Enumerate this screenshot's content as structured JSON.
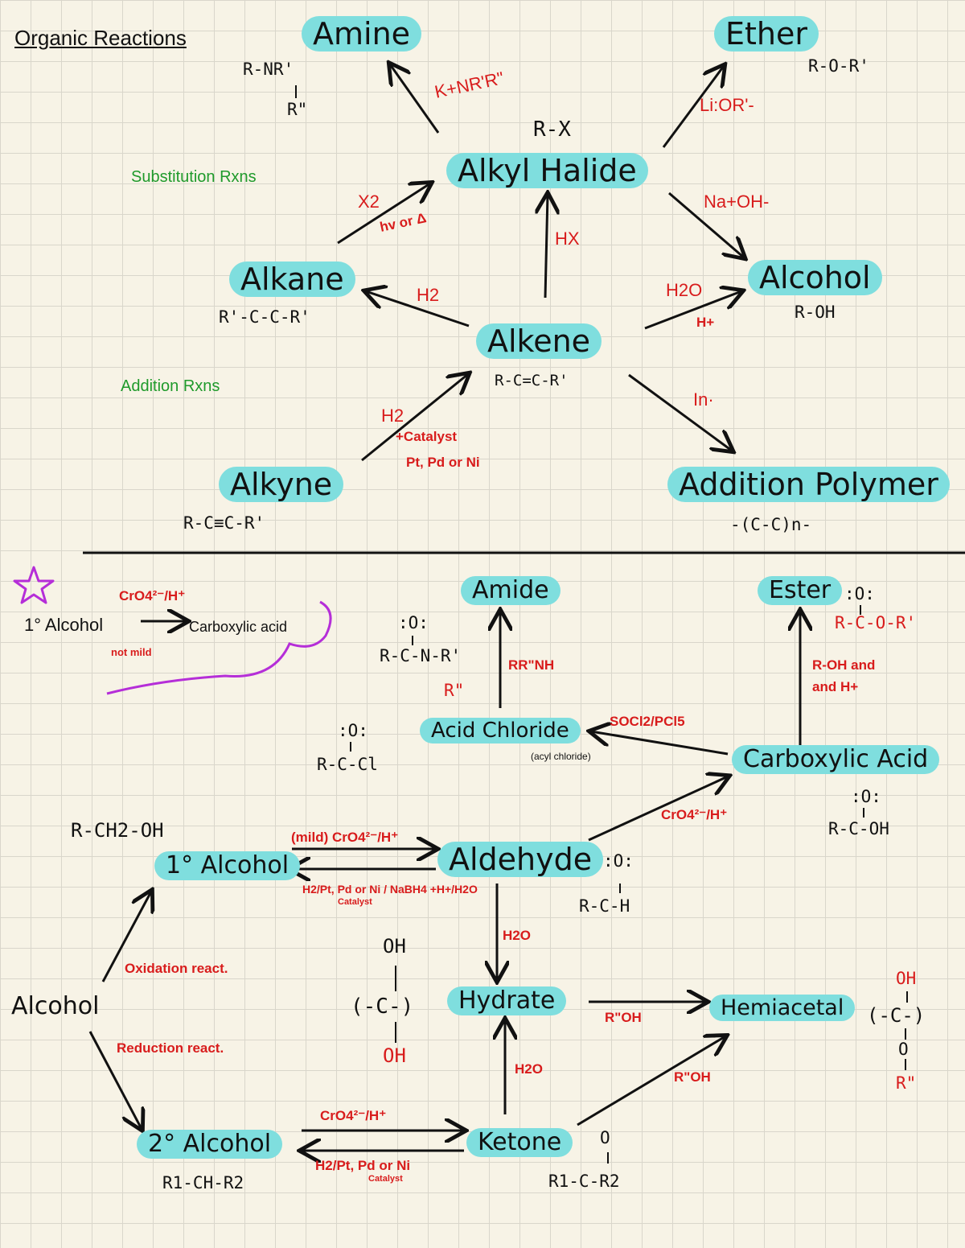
{
  "title": "Organic Reactions",
  "labels": {
    "substitution": "Substitution Rxns",
    "addition": "Addition Rxns"
  },
  "nodes": {
    "amine": "Amine",
    "ether": "Ether",
    "alkyl_halide": "Alkyl Halide",
    "alkane": "Alkane",
    "alcohol": "Alcohol",
    "alkene": "Alkene",
    "alkyne": "Alkyne",
    "addition_polymer": "Addition Polymer",
    "amide": "Amide",
    "ester": "Ester",
    "acid_chloride": "Acid Chloride",
    "carboxylic_acid": "Carboxylic Acid",
    "primary_alcohol": "1° Alcohol",
    "aldehyde": "Aldehyde",
    "alcohol_bottom": "Alcohol",
    "hydrate": "Hydrate",
    "hemiacetal": "Hemiacetal",
    "secondary_alcohol": "2° Alcohol",
    "ketone": "Ketone"
  },
  "formulas": {
    "amine": "R-NR'",
    "amine_sub": "R\"",
    "ether": "R-O-R'",
    "alkyl_halide": "R-X",
    "alkane": "R'-C-C-R'",
    "alcohol": "R-OH",
    "alkene": "R-C=C-R'",
    "alkyne": "R-C≡C-R'",
    "polymer": "-(C-C)n-",
    "amide": "R-C-N-R'",
    "amide_top": ":O:",
    "amide_sub": "R\"",
    "ester_top": ":O:",
    "ester": "R-C-O-R'",
    "acid_chloride_top": ":O:",
    "acid_chloride": "R-C-Cl",
    "carboxylic_top": ":O:",
    "carboxylic": "R-C-OH",
    "primary_alcohol": "R-CH2-OH",
    "aldehyde_top": ":O:",
    "aldehyde": "R-C-H",
    "hydrate_top": "OH",
    "hydrate_mid": "(-C-)",
    "hydrate_bot": "OH",
    "hemiacetal_top": "OH",
    "hemiacetal_mid": "(-C-)",
    "hemiacetal_o": "O",
    "hemiacetal_r": "R\"",
    "secondary_alcohol": "R1-CH-R2",
    "ketone_top": "O",
    "ketone": "R1-C-R2"
  },
  "reagents": {
    "to_amine": "K+NR'R\"",
    "to_ether": "Li:OR'-",
    "to_alcohol_from_halide": "Na+OH-",
    "alkane_to_halide_1": "X2",
    "alkane_to_halide_2": "hv or Δ",
    "alkene_to_halide": "HX",
    "alkene_to_alkane": "H2",
    "alkene_to_alcohol_1": "H2O",
    "alkene_to_alcohol_2": "H+",
    "alkyne_to_alkene_1": "H2",
    "alkyne_to_alkene_2": "+Catalyst",
    "alkyne_to_alkene_3": "Pt, Pd or Ni",
    "to_polymer": "In·",
    "star_reagent": "CrO4²⁻/H⁺",
    "star_from": "1° Alcohol",
    "star_to": "Carboxylic acid",
    "star_note": "not mild",
    "to_amide": "RR\"NH",
    "to_ester_1": "R-OH and",
    "to_ester_2": "and H+",
    "to_acid_chloride": "SOCl2/PCl5",
    "acid_chloride_note": "(acyl chloride)",
    "aldehyde_to_acid": "CrO4²⁻/H⁺",
    "alc1_to_aldehyde": "(mild) CrO4²⁻/H⁺",
    "aldehyde_to_alc1": "H2/Pt, Pd or Ni / NaBH4 +H+/H2O",
    "aldehyde_to_alc1_sub": "Catalyst",
    "aldehyde_to_hydrate": "H2O",
    "hydrate_to_hemiacetal": "R\"OH",
    "ketone_to_hydrate": "H2O",
    "ketone_to_hemiacetal": "R\"OH",
    "oxidation": "Oxidation react.",
    "reduction": "Reduction react.",
    "alc2_to_ketone": "CrO4²⁻/H⁺",
    "ketone_to_alc2": "H2/Pt, Pd or Ni",
    "ketone_to_alc2_sub": "Catalyst"
  },
  "colors": {
    "highlight": "#7fdede",
    "reagent": "#d81c1c",
    "category": "#1f9a2b",
    "star": "#b52ed8",
    "paper": "#f7f3e6"
  },
  "icons": [
    "star-icon"
  ]
}
